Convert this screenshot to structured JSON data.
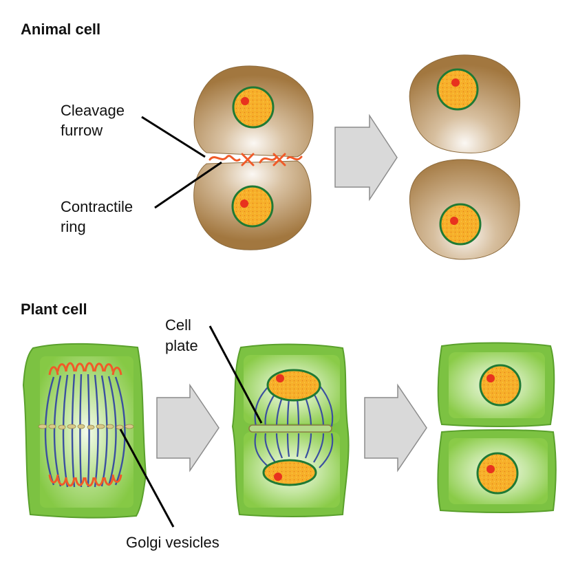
{
  "animal": {
    "title": "Animal cell",
    "label_furrow_1": "Cleavage",
    "label_furrow_2": "furrow",
    "label_ring_1": "Contractile",
    "label_ring_2": "ring"
  },
  "plant": {
    "title": "Plant cell",
    "label_plate_1": "Cell",
    "label_plate_2": "plate",
    "label_golgi": "Golgi vesicles"
  },
  "colors": {
    "animal_cytoplasm": "#a2773f",
    "animal_center": "#f7f3ee",
    "nucleus_fill": "#f7b02a",
    "nucleus_border": "#1f7a35",
    "nucleolus": "#e8321e",
    "plant_wall": "#7cc242",
    "plant_cytoplasm": "#8fd04e",
    "spindle": "#3a4fa0",
    "golgi": "#f05a28",
    "arrow_fill": "#d9d9d9",
    "arrow_stroke": "#8c8c8c"
  }
}
